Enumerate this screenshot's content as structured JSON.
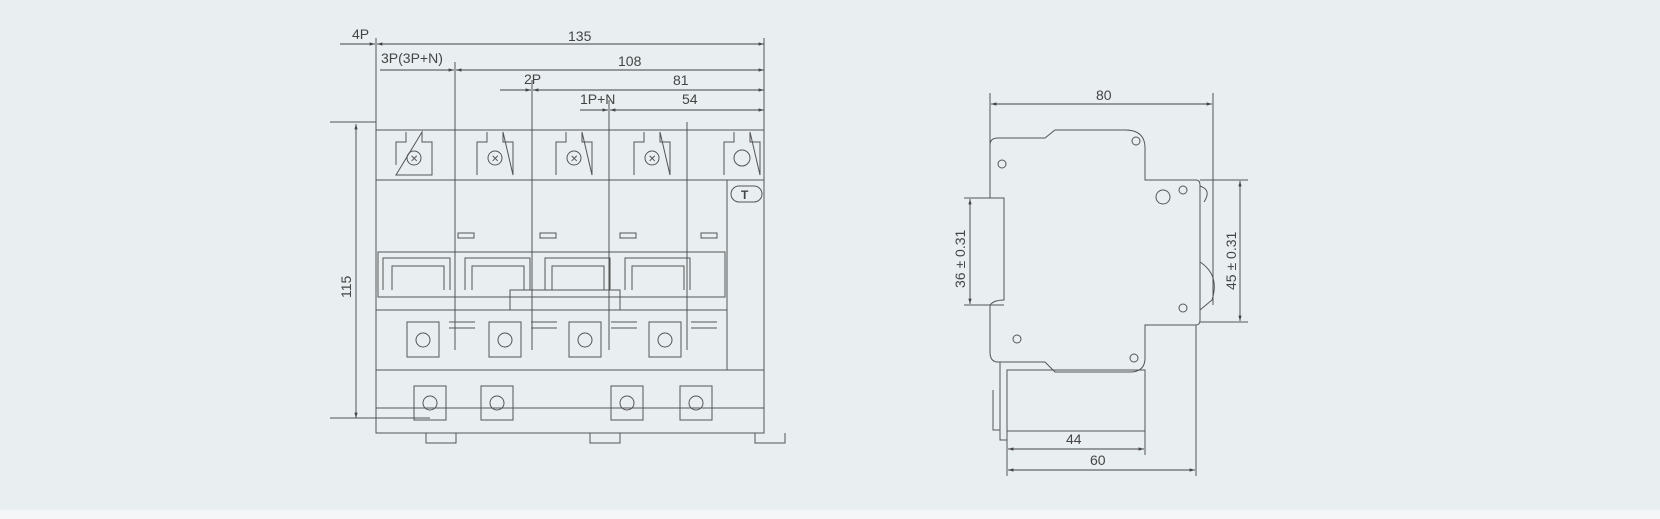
{
  "front_view": {
    "dim_width_4p": "135",
    "label_4p": "4P",
    "dim_width_3p": "108",
    "label_3p": "3P(3P+N)",
    "dim_width_2p": "81",
    "label_2p": "2P",
    "dim_width_1pn": "54",
    "label_1pn": "1P+N",
    "dim_height": "115",
    "test_button_label": "T"
  },
  "side_view": {
    "dim_depth": "80",
    "dim_rail": "36 ± 0.31",
    "dim_front": "45 ± 0.31",
    "dim_module": "44",
    "dim_module_total": "60"
  },
  "colors": {
    "background": "#e9eef1",
    "line": "#555555"
  }
}
